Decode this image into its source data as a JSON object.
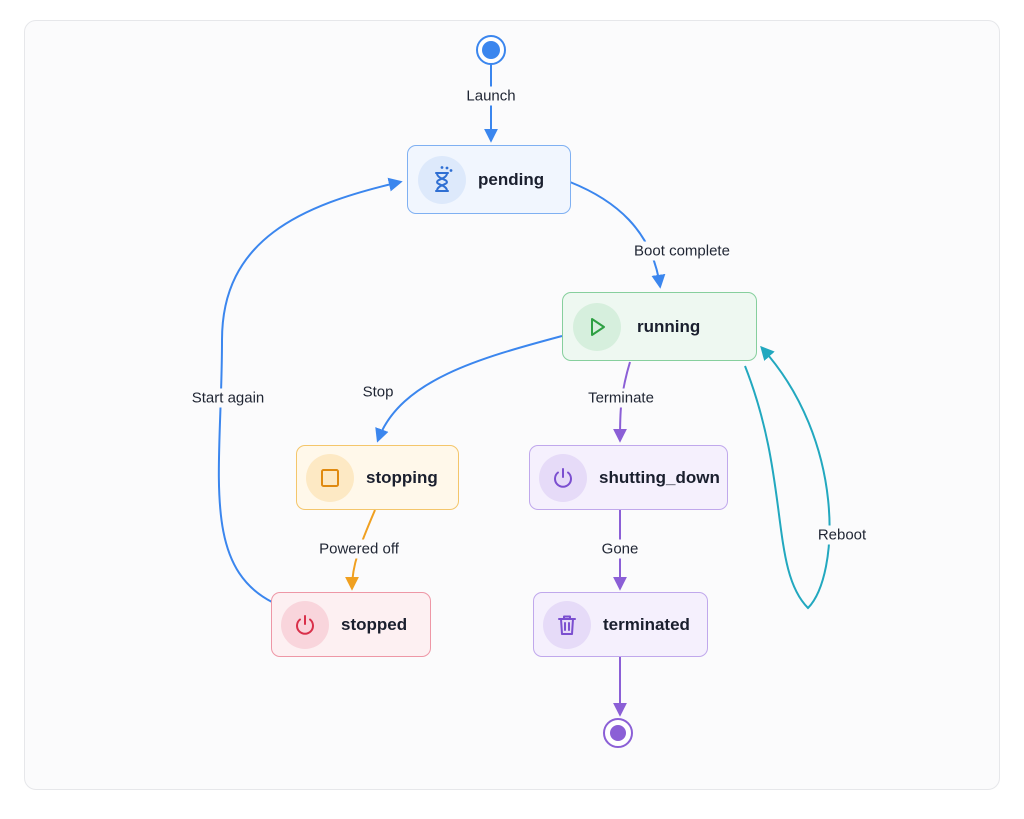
{
  "diagram": {
    "states": {
      "pending": {
        "label": "pending",
        "icon": "hourglass-icon",
        "color": "#3b86ee"
      },
      "running": {
        "label": "running",
        "icon": "play-icon",
        "color": "#2ea043"
      },
      "stopping": {
        "label": "stopping",
        "icon": "stop-square-icon",
        "color": "#f0a020"
      },
      "stopped": {
        "label": "stopped",
        "icon": "power-icon",
        "color": "#d9304a"
      },
      "shutting_down": {
        "label": "shutting_down",
        "icon": "power-icon",
        "color": "#8b5fd6"
      },
      "terminated": {
        "label": "terminated",
        "icon": "trash-icon",
        "color": "#8b5fd6"
      }
    },
    "transitions": {
      "launch": "Launch",
      "boot_complete": "Boot complete",
      "stop": "Stop",
      "terminate": "Terminate",
      "powered_off": "Powered off",
      "gone": "Gone",
      "start_again": "Start again",
      "reboot": "Reboot"
    }
  }
}
